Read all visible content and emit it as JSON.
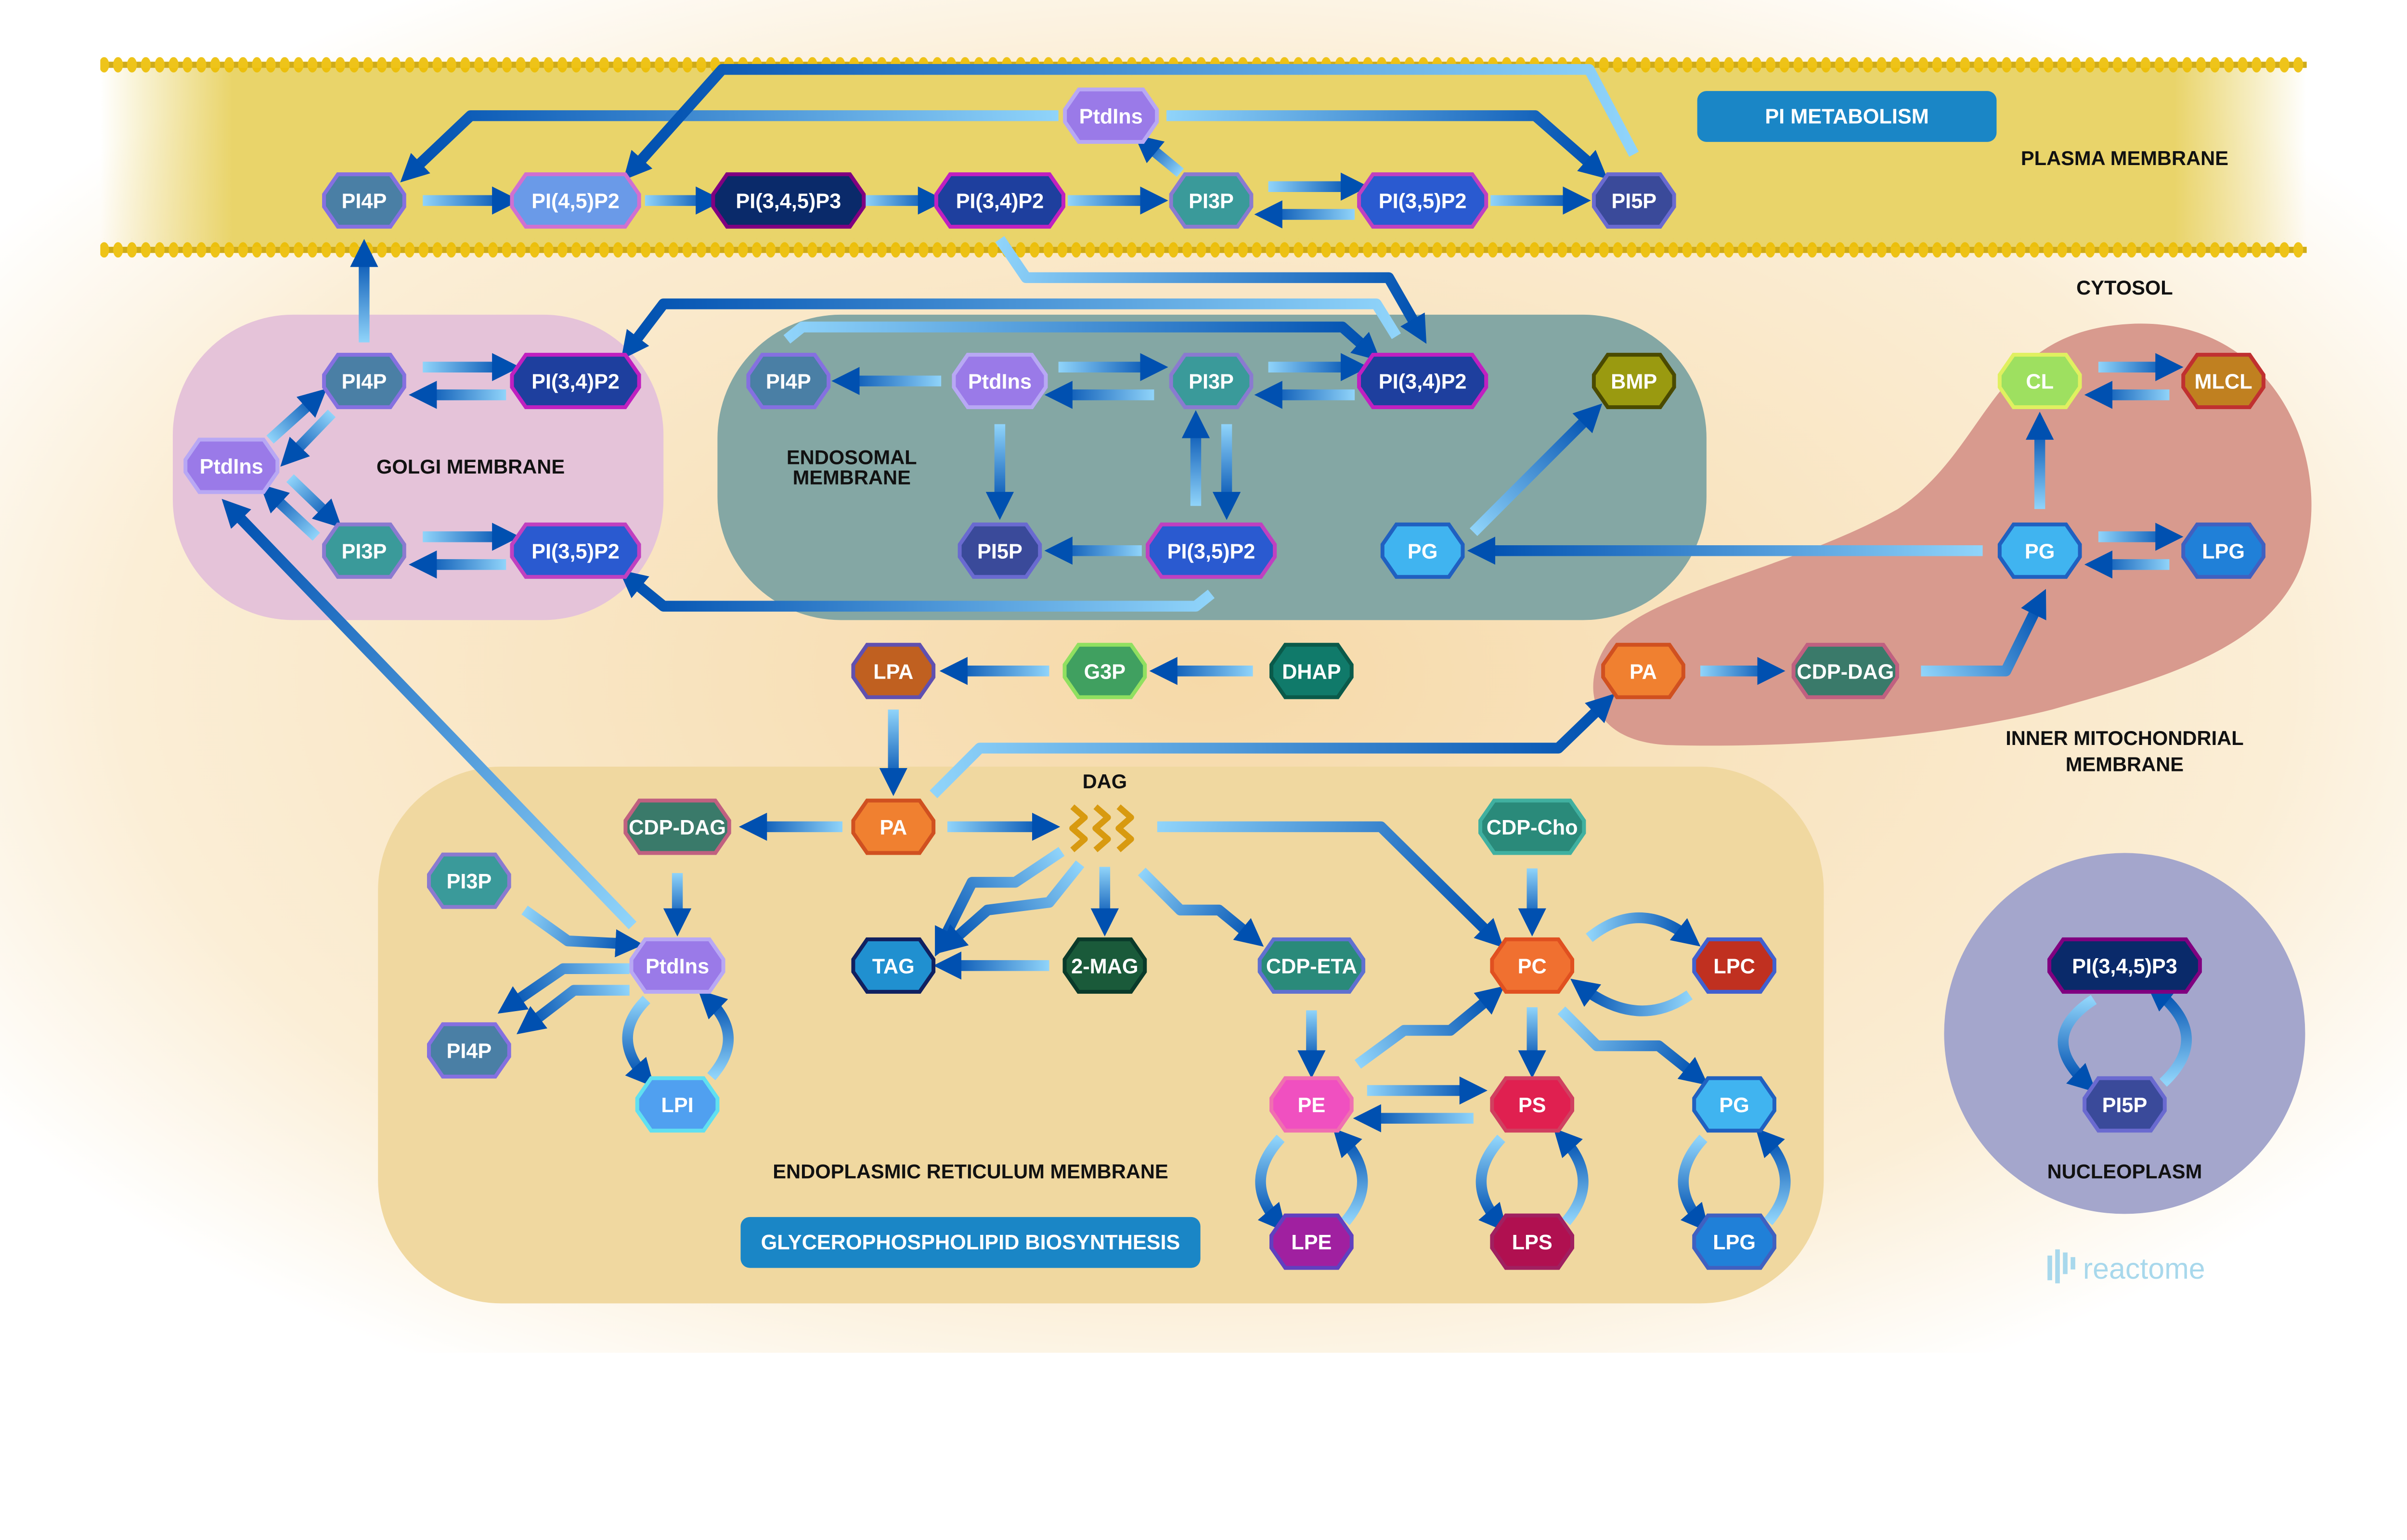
{
  "titles": {
    "pi_metabolism": "PI METABOLISM",
    "glycerophospholipid_biosynthesis": "GLYCEROPHOSPHOLIPID BIOSYNTHESIS"
  },
  "compartments": {
    "plasma_membrane": "PLASMA MEMBRANE",
    "cytosol": "CYTOSOL",
    "golgi": "GOLGI MEMBRANE",
    "endosomal_1": "ENDOSOMAL",
    "endosomal_2": "MEMBRANE",
    "mito_1": "INNER MITOCHONDRIAL",
    "mito_2": "MEMBRANE",
    "er": "ENDOPLASMIC RETICULUM MEMBRANE",
    "nucleoplasm": "NUCLEOPLASM"
  },
  "logo": "reactome",
  "dag_label": "DAG",
  "colors": {
    "plasma_band": "#e9d46a",
    "golgi": "#e5c3d9",
    "endosome": "#84a7a4",
    "mitochondrion": "#d89a8e",
    "er": "#f0d8a0",
    "nucleoplasm": "#a4a6cc",
    "title_button": "#1a86c6",
    "arrow_dark": "#0050b0",
    "arrow_light": "#90d4fa"
  },
  "molecules": [
    {
      "label": "PI4P",
      "fill": "#4a7fa5",
      "stroke": "#8570e0"
    },
    {
      "label": "PI(4,5)P2",
      "fill": "#6a9ae8",
      "stroke": "#d070d0"
    },
    {
      "label": "PI(3,4,5)P3",
      "fill": "#0a2a6a",
      "stroke": "#800080"
    },
    {
      "label": "PI(3,4)P2",
      "fill": "#1e3f9e",
      "stroke": "#c020c0"
    },
    {
      "label": "PI3P",
      "fill": "#3a9a9a",
      "stroke": "#8a7ad0"
    },
    {
      "label": "PI(3,5)P2",
      "fill": "#2a5ad0",
      "stroke": "#c040c0"
    },
    {
      "label": "PI5P",
      "fill": "#3a4a9a",
      "stroke": "#6a6ad0"
    },
    {
      "label": "PtdIns",
      "fill": "#9a7ae8",
      "stroke": "#b8a8f4"
    },
    {
      "label": "PI4P",
      "fill": "#4a7fa5",
      "stroke": "#8570e0"
    },
    {
      "label": "PI(3,4)P2",
      "fill": "#1e3f9e",
      "stroke": "#c020c0"
    },
    {
      "label": "PtdIns",
      "fill": "#9a7ae8",
      "stroke": "#b8a8f4"
    },
    {
      "label": "PI3P",
      "fill": "#3a9a9a",
      "stroke": "#8a7ad0"
    },
    {
      "label": "PI(3,5)P2",
      "fill": "#2a5ad0",
      "stroke": "#c040c0"
    },
    {
      "label": "PI4P",
      "fill": "#4a7fa5",
      "stroke": "#8570e0"
    },
    {
      "label": "PtdIns",
      "fill": "#9a7ae8",
      "stroke": "#b8a8f4"
    },
    {
      "label": "PI3P",
      "fill": "#3a9a9a",
      "stroke": "#8a7ad0"
    },
    {
      "label": "PI(3,4)P2",
      "fill": "#1e3f9e",
      "stroke": "#c020c0"
    },
    {
      "label": "BMP",
      "fill": "#9a9a10",
      "stroke": "#4a4a00"
    },
    {
      "label": "PI5P",
      "fill": "#3a4a9a",
      "stroke": "#6a6ad0"
    },
    {
      "label": "PI(3,5)P2",
      "fill": "#2a5ad0",
      "stroke": "#c040c0"
    },
    {
      "label": "PG",
      "fill": "#40b4f0",
      "stroke": "#2060c0"
    },
    {
      "label": "CL",
      "fill": "#9ee060",
      "stroke": "#e0f060"
    },
    {
      "label": "MLCL",
      "fill": "#c08020",
      "stroke": "#c03030"
    },
    {
      "label": "PG",
      "fill": "#40b4f0",
      "stroke": "#2060c0"
    },
    {
      "label": "LPG",
      "fill": "#2080d8",
      "stroke": "#4060c0"
    },
    {
      "label": "PA",
      "fill": "#f08030",
      "stroke": "#d05020"
    },
    {
      "label": "CDP-DAG",
      "fill": "#3a7a6a",
      "stroke": "#c06080"
    },
    {
      "label": "LPA",
      "fill": "#c06020",
      "stroke": "#6050b0"
    },
    {
      "label": "G3P",
      "fill": "#40a060",
      "stroke": "#90e060"
    },
    {
      "label": "DHAP",
      "fill": "#107a6a",
      "stroke": "#0a5a4a"
    },
    {
      "label": "CDP-DAG",
      "fill": "#3a7a6a",
      "stroke": "#c06080"
    },
    {
      "label": "PA",
      "fill": "#f08030",
      "stroke": "#d05020"
    },
    {
      "label": "CDP-Cho",
      "fill": "#2a8a7a",
      "stroke": "#40b0a0"
    },
    {
      "label": "PI3P",
      "fill": "#3a9a9a",
      "stroke": "#8a7ad0"
    },
    {
      "label": "PtdIns",
      "fill": "#9a7ae8",
      "stroke": "#b8a8f4"
    },
    {
      "label": "PI4P",
      "fill": "#4a7fa5",
      "stroke": "#8570e0"
    },
    {
      "label": "LPI",
      "fill": "#50a0f0",
      "stroke": "#60e0f0"
    },
    {
      "label": "TAG",
      "fill": "#2090d0",
      "stroke": "#102060"
    },
    {
      "label": "2-MAG",
      "fill": "#1a5a3a",
      "stroke": "#0a3a2a"
    },
    {
      "label": "CDP-ETA",
      "fill": "#2a8a7a",
      "stroke": "#6070d0"
    },
    {
      "label": "PC",
      "fill": "#f07030",
      "stroke": "#e05020"
    },
    {
      "label": "LPC",
      "fill": "#c03020",
      "stroke": "#4060d0"
    },
    {
      "label": "PE",
      "fill": "#f050c0",
      "stroke": "#f070b0"
    },
    {
      "label": "PS",
      "fill": "#e02050",
      "stroke": "#d04060"
    },
    {
      "label": "PG",
      "fill": "#40b4f0",
      "stroke": "#2060c0"
    },
    {
      "label": "LPE",
      "fill": "#a020a0",
      "stroke": "#6040c0"
    },
    {
      "label": "LPS",
      "fill": "#b01050",
      "stroke": "#a02060"
    },
    {
      "label": "LPG",
      "fill": "#2080d8",
      "stroke": "#4060c0"
    },
    {
      "label": "PI(3,4,5)P3",
      "fill": "#0a2a6a",
      "stroke": "#800080"
    },
    {
      "label": "PI5P",
      "fill": "#3a4a9a",
      "stroke": "#6a6ad0"
    }
  ]
}
